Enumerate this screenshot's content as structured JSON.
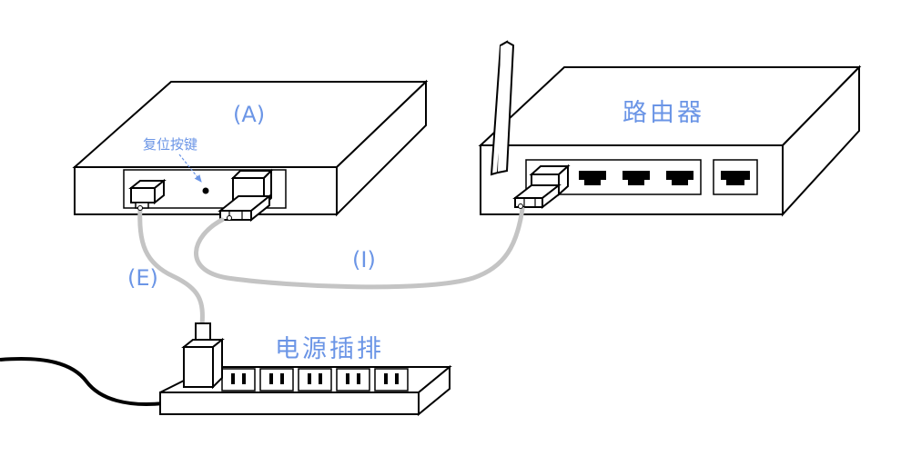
{
  "labels": {
    "device": "(A)",
    "reset_button": "复位按键",
    "router": "路由器",
    "network_cable": "(I)",
    "power_cable": "(E)",
    "power_strip": "电源插排"
  },
  "colors": {
    "outline": "#000000",
    "label": "#6b95e6",
    "cable": "#c4c4c4"
  },
  "router": {
    "lan_port_count": 3,
    "wan_port_count": 1
  },
  "power_strip": {
    "socket_count": 5
  }
}
